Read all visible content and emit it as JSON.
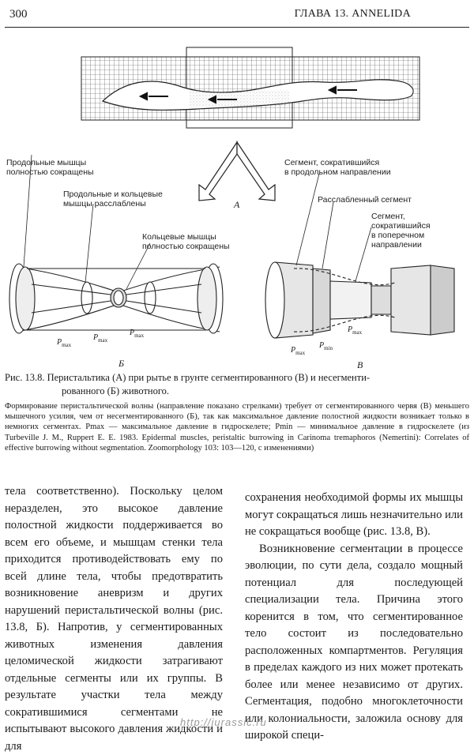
{
  "header": {
    "page_number": "300",
    "chapter": "ГЛАВА 13. ANNELIDA"
  },
  "figure": {
    "label_a": "А",
    "label_b": "Б",
    "label_v": "В",
    "left": {
      "l1a": "Продольные мышцы",
      "l1b": "полностью сокращены",
      "l2a": "Продольные и кольцевые",
      "l2b": "мышцы расслаблены",
      "l3a": "Кольцевые мышцы",
      "l3b": "полностью сокращены",
      "pmax": "P",
      "pmax_sub": "max"
    },
    "right": {
      "r1a": "Сегмент, сократившийся",
      "r1b": "в продольном направлении",
      "r2": "Расслабленный сегмент",
      "r3a": "Сегмент,",
      "r3b": "сократившийся",
      "r3c": "в поперечном",
      "r3d": "направлении",
      "pmax": "P",
      "pmax_sub": "max",
      "pmin": "P",
      "pmin_sub": "min"
    }
  },
  "caption": {
    "line1": "Рис. 13.8. Перистальтика (А) при рытье в грунте сегментированного (В) и несегменти-",
    "line2": "рованного (Б) животного."
  },
  "note": "Формирование перистальтической волны (направление показано стрелками) требует от сегментированного червя (В) меньшего мышечного усилия, чем от несегментированного (Б), так как максимальное давление полостной жидкости возникает только в немногих сегментах. Pmax — максимальное давление в гидроскелете; Pmin — минимальное давление в гидроскелете (из Turbeville J. M., Ruppert E. E. 1983. Epidermal muscles, peristaltic burrowing in Carinoma tremaphoros (Nemertini): Correlates of effective burrowing without segmentation. Zoomorphology 103: 103—120, с изменениями)",
  "left_column": "тела соответственно). Поскольку целом неразделен, это высокое давление полостной жидкости поддерживается во всем его объеме, и мышцам стенки тела приходится противодействовать ему по всей длине тела, чтобы предотвратить возникновение аневризм и других нарушений перистальтической волны (рис. 13.8, Б). Напротив, у сегментированных животных изменения давления целомической жидкости затрагивают отдельные сегменты или их группы. В результате участки тела между сократившимися сегментами не испытывают высокого давления жидкости и для",
  "right_column_p1": "сохранения необходимой формы их мышцы могут сокращаться лишь незначительно или не сокращаться вообще (рис. 13.8, В).",
  "right_column_p2": "Возникновение сегментации в процессе эволюции, по сути дела, создало мощный потенциал для последующей специализации тела. Причина этого коренится в том, что сегментированное тело состоит из последовательно расположенных компартментов. Регуляция в пределах каждого из них может протекать более или менее независимо от других. Сегментация, подобно многоклеточности или колониальности, заложила основу для широкой специ-",
  "watermark": "http://jurassic.ru"
}
